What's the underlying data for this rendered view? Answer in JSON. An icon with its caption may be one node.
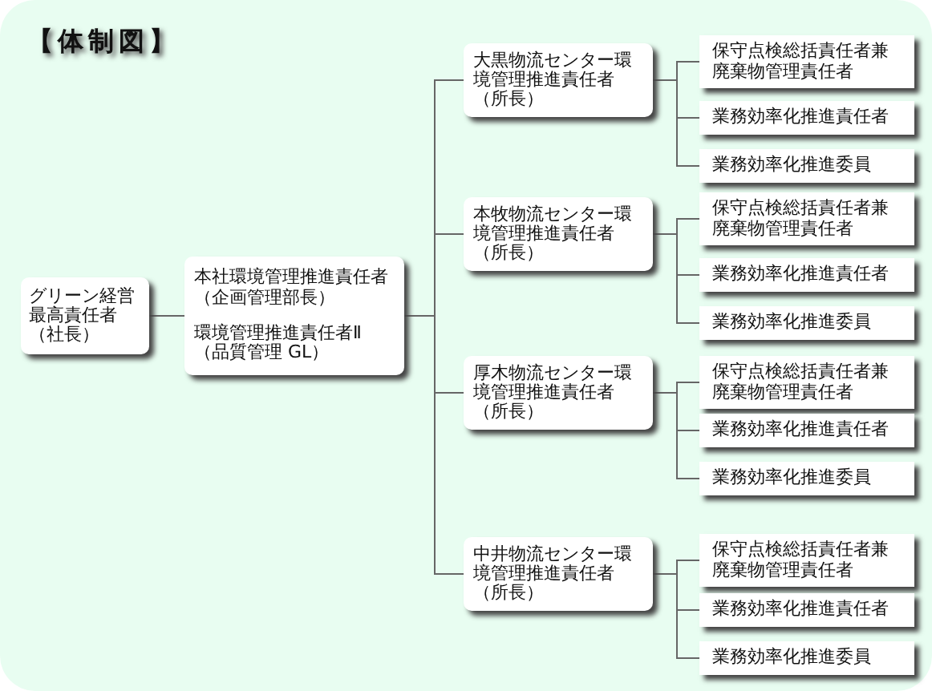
{
  "diagram": {
    "title": "【体制図】",
    "nodes": [
      {
        "text": [
          "グリーン経営最高責任者（社長）"
        ]
      },
      {
        "text": [
          "本社環境管理推進責任者（企画管理部長）",
          "環境管理推進責任者Ⅱ（品質管理 GL）"
        ]
      },
      {
        "text": [
          "大黒物流センター環境管理推進責任者（所長）"
        ]
      },
      {
        "text": [
          "保守点検総括責任者兼廃棄物管理責任者"
        ]
      },
      {
        "text": [
          "業務効率化推進責任者"
        ]
      },
      {
        "text": [
          "業務効率化推進委員"
        ]
      },
      {
        "text": [
          "本牧物流センター環境管理推進責任者（所長）"
        ]
      },
      {
        "text": [
          "保守点検総括責任者兼廃棄物管理責任者"
        ]
      },
      {
        "text": [
          "業務効率化推進責任者"
        ]
      },
      {
        "text": [
          "業務効率化推進委員"
        ]
      },
      {
        "text": [
          "厚木物流センター環境管理推進責任者（所長）"
        ]
      },
      {
        "text": [
          "保守点検総括責任者兼廃棄物管理責任者"
        ]
      },
      {
        "text": [
          "業務効率化推進責任者"
        ]
      },
      {
        "text": [
          "業務効率化推進委員"
        ]
      },
      {
        "text": [
          "中井物流センター環境管理推進責任者（所長）"
        ]
      },
      {
        "text": [
          "保守点検総括責任者兼廃棄物管理責任者"
        ]
      },
      {
        "text": [
          "業務効率化推進責任者"
        ]
      },
      {
        "text": [
          "業務効率化推進委員"
        ]
      }
    ],
    "edges": [
      {
        "from": 0,
        "to": 1,
        "arrow": "none"
      },
      {
        "from": 1,
        "to": 2,
        "arrow": "none"
      },
      {
        "from": 1,
        "to": 6,
        "arrow": "none"
      },
      {
        "from": 1,
        "to": 10,
        "arrow": "none"
      },
      {
        "from": 1,
        "to": 14,
        "arrow": "none"
      },
      {
        "from": 2,
        "to": 3,
        "arrow": "none"
      },
      {
        "from": 2,
        "to": 4,
        "arrow": "none"
      },
      {
        "from": 2,
        "to": 5,
        "arrow": "none"
      },
      {
        "from": 6,
        "to": 7,
        "arrow": "none"
      },
      {
        "from": 6,
        "to": 8,
        "arrow": "none"
      },
      {
        "from": 6,
        "to": 9,
        "arrow": "none"
      },
      {
        "from": 10,
        "to": 11,
        "arrow": "none"
      },
      {
        "from": 10,
        "to": 12,
        "arrow": "none"
      },
      {
        "from": 10,
        "to": 13,
        "arrow": "none"
      },
      {
        "from": 14,
        "to": 15,
        "arrow": "none"
      },
      {
        "from": 14,
        "to": 16,
        "arrow": "none"
      },
      {
        "from": 14,
        "to": 17,
        "arrow": "none"
      }
    ]
  }
}
